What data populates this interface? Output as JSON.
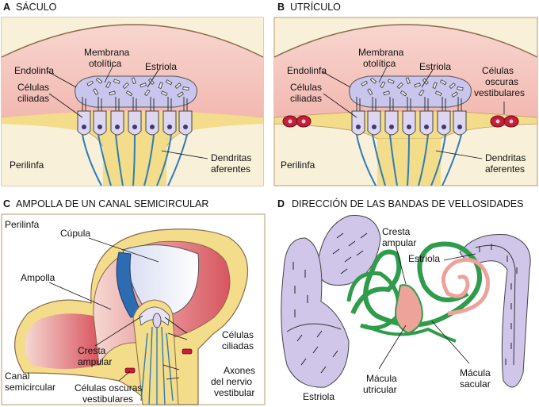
{
  "colors": {
    "perilymph": "#f8f0d8",
    "endolymph": "#f4c7c1",
    "epithelium": "#f3dc8a",
    "membrane": "#c8c6ec",
    "hair_cell": "#ded6f0",
    "nerve": "#2e7db8",
    "dark_cell": "#c81e3a",
    "cupula_blue": "#2d6cb0",
    "canal_green": "#2e9c4a",
    "cochlea_pink": "#eea39a"
  },
  "panel_a": {
    "letter": "A",
    "title": "SÁCULO",
    "membrane": "Membrana",
    "otolithic": "otolítica",
    "striola": "Estriola",
    "endolymph": "Endolinfa",
    "hair_cells_1": "Células",
    "hair_cells_2": "ciliadas",
    "perilymph": "Perilinfa",
    "dendrites_1": "Dendritas",
    "dendrites_2": "aferentes"
  },
  "panel_b": {
    "letter": "B",
    "title": "UTRÍCULO",
    "membrane": "Membrana",
    "otolithic": "otolítica",
    "striola": "Estriola",
    "endolymph": "Endolinfa",
    "hair_cells_1": "Células",
    "hair_cells_2": "ciliadas",
    "dark_cells_1": "Células",
    "dark_cells_2": "oscuras",
    "dark_cells_3": "vestibulares",
    "perilymph": "Perilinfa",
    "dendrites_1": "Dendritas",
    "dendrites_2": "aferentes"
  },
  "panel_c": {
    "letter": "C",
    "title": "AMPOLLA DE UN CANAL SEMICIRCULAR",
    "perilymph": "Perilinfa",
    "cupula": "Cúpula",
    "ampulla": "Ampolla",
    "crista_1": "Cresta",
    "crista_2": "ampular",
    "canal_1": "Canal",
    "canal_2": "semicircular",
    "dark_cells_1": "Células oscuras",
    "dark_cells_2": "vestibulares",
    "hair_cells_1": "Células",
    "hair_cells_2": "ciliadas",
    "axons_1": "Axones",
    "axons_2": "del nervio",
    "axons_3": "vestibular"
  },
  "panel_d": {
    "letter": "D",
    "title": "DIRECCIÓN DE LAS BANDAS DE VELLOSIDADES",
    "crista_1": "Cresta",
    "crista_2": "ampular",
    "striola_top": "Estriola",
    "macula_utricle_1": "Mácula",
    "macula_utricle_2": "utricular",
    "macula_saccule_1": "Mácula",
    "macula_saccule_2": "sacular",
    "striola_bottom": "Estriola"
  }
}
